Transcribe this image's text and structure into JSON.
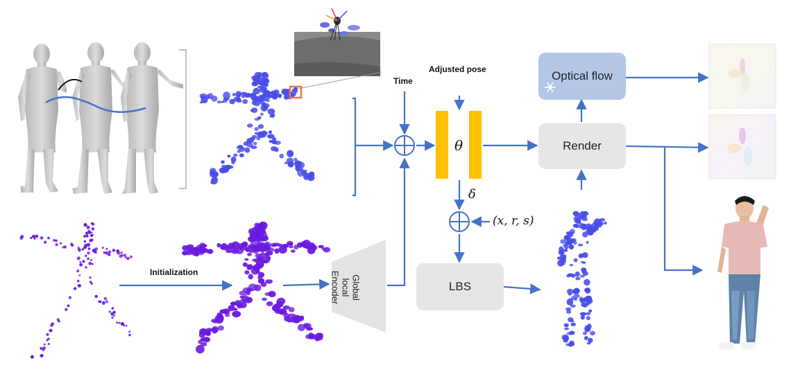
{
  "labels": {
    "time": "Time",
    "adjusted_pose": "Adjusted pose",
    "initialization": "Initialization",
    "theta": "θ",
    "delta": "δ",
    "xrs": "(x, r, s)"
  },
  "boxes": {
    "optical_flow": "Optical flow",
    "render": "Render",
    "lbs": "LBS",
    "encoder_lines": "Global\nlocal\nEncoder"
  },
  "colors": {
    "arrow": "#4472c4",
    "gaussian_blue": "#4a4ee8",
    "gaussian_purple": "#6a1be0",
    "pose_yellow": "#ffc000",
    "optical_flow_fill": "#b4c7e7",
    "gray_box": "#e7e6e6",
    "mesh_gray": "#c8c8c8",
    "highlight_orange": "#ed7d31"
  },
  "icons": {
    "snowflake": "snowflake-icon",
    "sum_node": "circle-plus-icon"
  }
}
